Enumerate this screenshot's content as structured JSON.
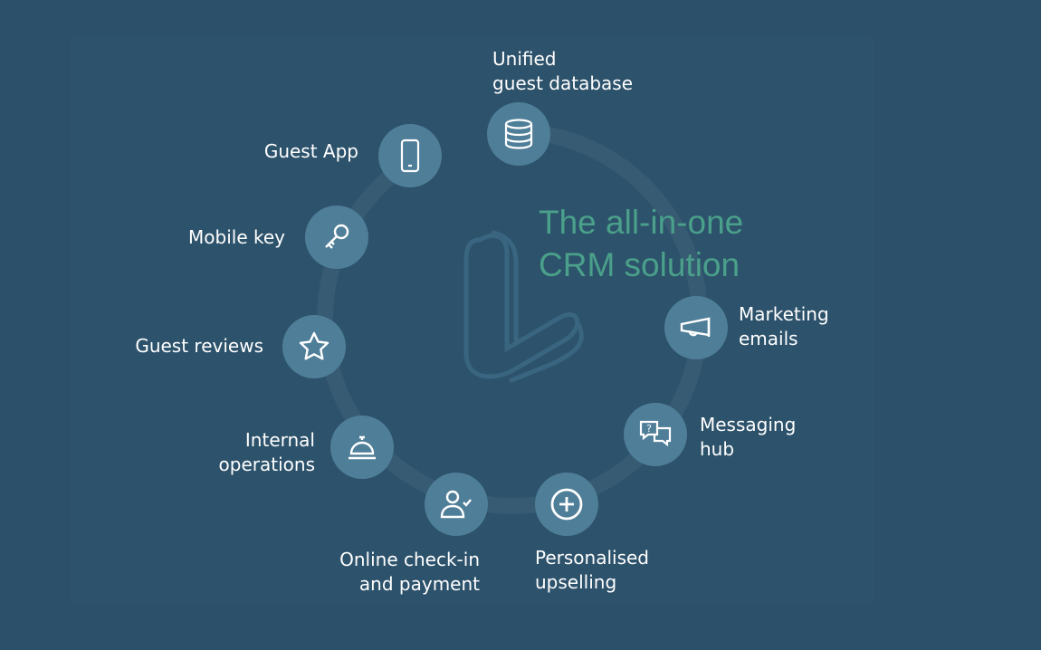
{
  "title": {
    "line1": "The all-in-one",
    "line2": "CRM solution"
  },
  "colors": {
    "background": "#2c5069",
    "node": "#4f7e98",
    "ring": "#365b72",
    "title": "#4aa08a"
  },
  "features": [
    {
      "icon": "database-icon",
      "line1": "Unified",
      "line2": "guest database"
    },
    {
      "icon": "smartphone-icon",
      "line1": "Guest App"
    },
    {
      "icon": "key-icon",
      "line1": "Mobile key"
    },
    {
      "icon": "star-icon",
      "line1": "Guest reviews"
    },
    {
      "icon": "service-bell-icon",
      "line1": "Internal",
      "line2": "operations"
    },
    {
      "icon": "user-check-icon",
      "line1": "Online check-in",
      "line2": "and payment"
    },
    {
      "icon": "plus-circle-icon",
      "line1": "Personalised",
      "line2": "upselling"
    },
    {
      "icon": "chat-question-icon",
      "line1": "Messaging",
      "line2": "hub"
    },
    {
      "icon": "megaphone-icon",
      "line1": "Marketing",
      "line2": "emails"
    }
  ]
}
